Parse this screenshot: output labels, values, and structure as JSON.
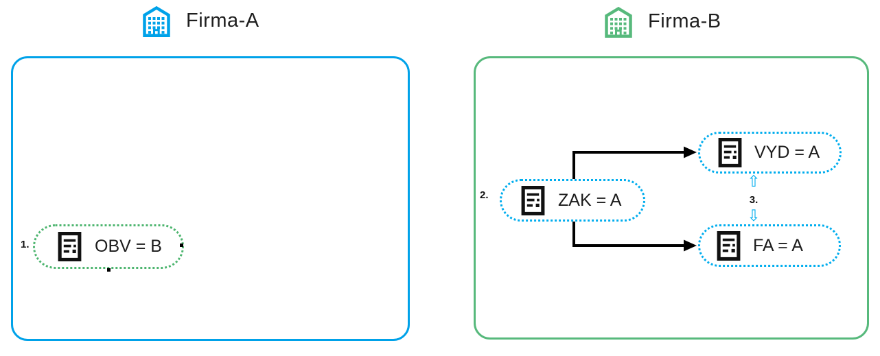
{
  "companies": [
    {
      "id": "firma-a",
      "title": "Firma-A",
      "border_color": "#00A2E9",
      "icon": "building-icon",
      "nodes": [
        {
          "step": "1.",
          "label": "OBV = B",
          "border_color": "#4DB56F",
          "icon": "document-icon"
        }
      ]
    },
    {
      "id": "firma-b",
      "title": "Firma-B",
      "border_color": "#57B97C",
      "icon": "building-icon",
      "nodes": [
        {
          "step": "2.",
          "label": "ZAK = A",
          "border_color": "#00ADEE",
          "icon": "document-icon"
        },
        {
          "step": "",
          "label": "VYD = A",
          "border_color": "#00ADEE",
          "icon": "document-icon"
        },
        {
          "step": "",
          "label": "FA = A",
          "border_color": "#00ADEE",
          "icon": "document-icon"
        }
      ]
    }
  ],
  "connectors": {
    "color": "#000000",
    "links": [
      {
        "from": "ZAK = A",
        "to": "VYD = A",
        "style": "elbow-arrow"
      },
      {
        "from": "ZAK = A",
        "to": "FA = A",
        "style": "elbow-arrow"
      }
    ]
  },
  "step3": {
    "label": "3.",
    "up_glyph": "⇧",
    "down_glyph": "⇩",
    "arrow_color": "#00ADEE"
  },
  "text_color": "#1b1b1b"
}
